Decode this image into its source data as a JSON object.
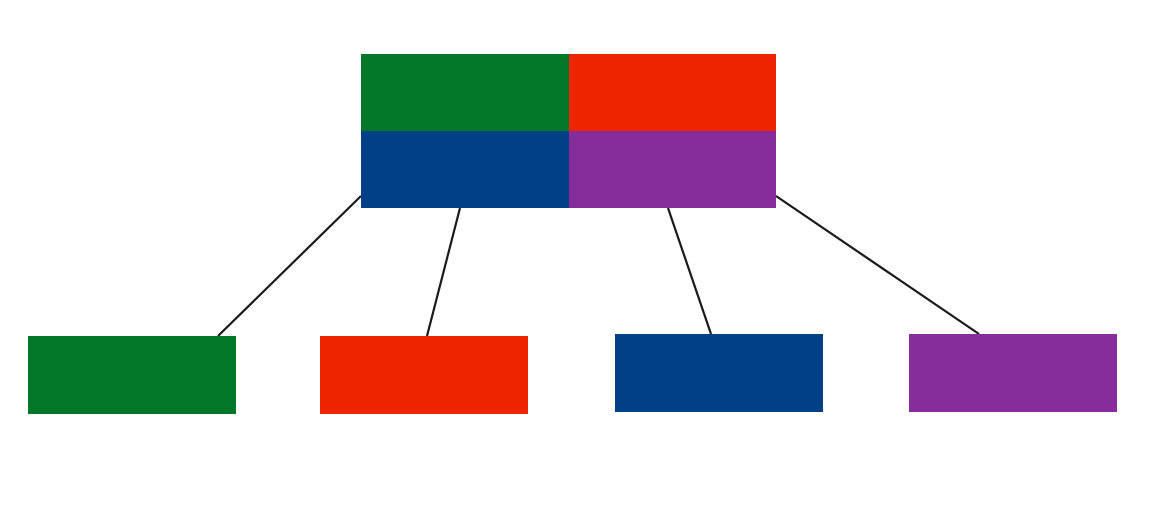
{
  "colors": {
    "green": "#027727",
    "red": "#ee2400",
    "blue": "#013f87",
    "purple": "#862c9b",
    "connector": "#1a1a1a",
    "background": "#ffffff"
  },
  "root": {
    "quadrants": [
      {
        "color": "green"
      },
      {
        "color": "red"
      },
      {
        "color": "blue"
      },
      {
        "color": "purple"
      }
    ]
  },
  "children": [
    {
      "color": "green"
    },
    {
      "color": "red"
    },
    {
      "color": "blue"
    },
    {
      "color": "purple"
    }
  ]
}
